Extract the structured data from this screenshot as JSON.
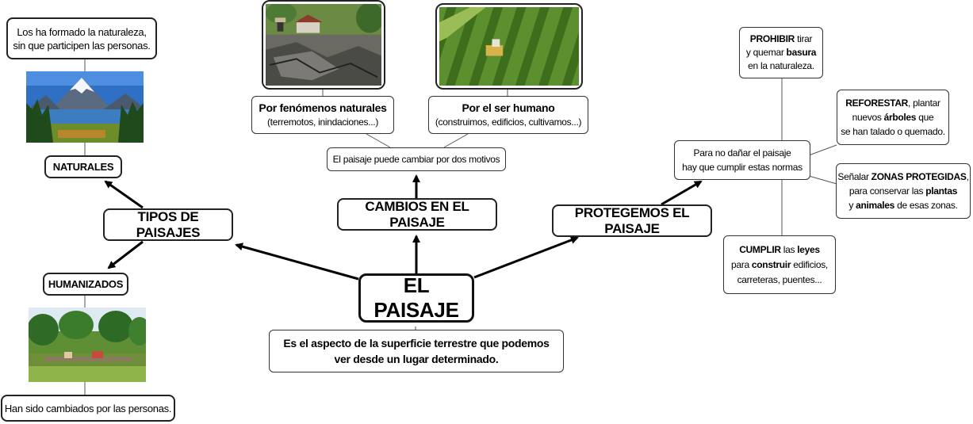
{
  "center": {
    "title": "EL PAISAJE",
    "definition_line1": "Es el aspecto de la superficie terrestre que podemos",
    "definition_line2": "ver desde un lugar determinado."
  },
  "tipos": {
    "label": "TIPOS DE PAISAJES",
    "naturales": {
      "label": "NATURALES",
      "note_line1": "Los ha formado la naturaleza,",
      "note_line2": "sin que participen las personas."
    },
    "humanizados": {
      "label": "HUMANIZADOS",
      "note": "Han sido cambiados por las personas."
    }
  },
  "cambios": {
    "label": "CAMBIOS EN EL PAISAJE",
    "subtitle": "El paisaje puede cambiar por dos motivos",
    "naturales": {
      "title": "Por fenómenos naturales",
      "detail": "(terremotos, inindaciones...)"
    },
    "humano": {
      "title": "Por el ser humano",
      "detail": "(construimos, edificios, cultivamos...)"
    }
  },
  "protegemos": {
    "label": "PROTEGEMOS EL PAISAJE",
    "rule_line1": "Para no dañar el paisaje",
    "rule_line2": "hay que cumplir estas normas",
    "norms": {
      "prohibir": {
        "b1": "PROHIBIR",
        "t1": " tirar",
        "t2": "y quemar ",
        "b2": "basura",
        "t3": "en la naturaleza."
      },
      "reforestar": {
        "b1": "REFORESTAR",
        "t1": ", plantar",
        "t2": "nuevos ",
        "b2": "árboles",
        "t3": " que",
        "t4": "se han talado o quemado."
      },
      "zonas": {
        "t1": "Señalar ",
        "b1": "ZONAS PROTEGIDAS",
        "t2": ",",
        "t3": "para conservar las ",
        "b2": "plantas",
        "t4": "y ",
        "b3": "animales",
        "t5": " de esas zonas."
      },
      "cumplir": {
        "b1": "CUMPLIR",
        "t1": " las ",
        "b2": "leyes",
        "t2": "para ",
        "b3": "construir",
        "t3": " edificios,",
        "t4": "carreteras, puentes..."
      }
    }
  }
}
